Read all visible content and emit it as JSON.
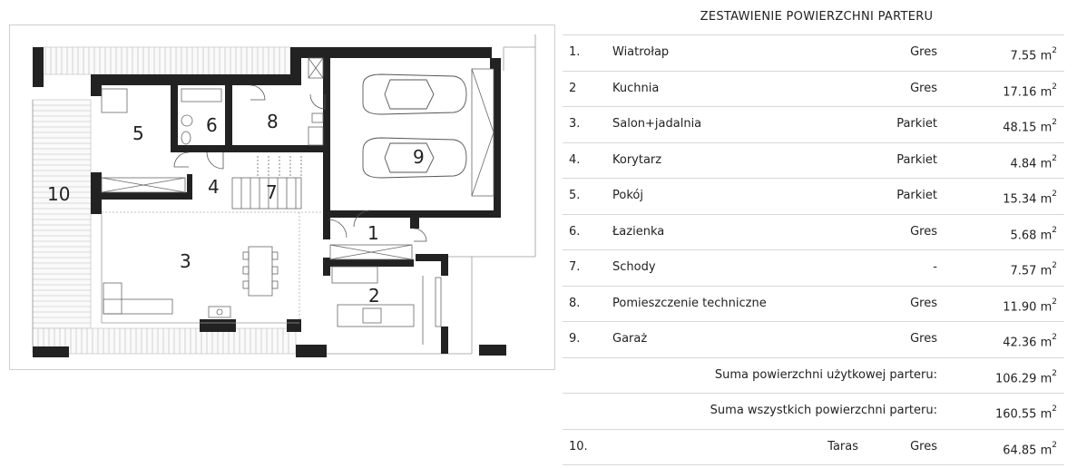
{
  "table": {
    "title": "ZESTAWIENIE POWIERZCHNI PARTERU",
    "unit": "m",
    "unit_exponent": "2",
    "rows": [
      {
        "num": "1.",
        "name": "Wiatrołap",
        "material": "Gres",
        "area": "7.55"
      },
      {
        "num": "2",
        "name": "Kuchnia",
        "material": "Gres",
        "area": "17.16"
      },
      {
        "num": "3.",
        "name": "Salon+jadalnia",
        "material": "Parkiet",
        "area": "48.15"
      },
      {
        "num": "4.",
        "name": "Korytarz",
        "material": "Parkiet",
        "area": "4.84"
      },
      {
        "num": "5.",
        "name": "Pokój",
        "material": "Parkiet",
        "area": "15.34"
      },
      {
        "num": "6.",
        "name": "Łazienka",
        "material": "Gres",
        "area": "5.68"
      },
      {
        "num": "7.",
        "name": "Schody",
        "material": "-",
        "area": "7.57"
      },
      {
        "num": "8.",
        "name": "Pomieszczenie techniczne",
        "material": "Gres",
        "area": "11.90"
      },
      {
        "num": "9.",
        "name": "Garaż",
        "material": "Gres",
        "area": "42.36"
      }
    ],
    "sums": [
      {
        "label": "Suma powierzchni użytkowej parteru:",
        "area": "106.29"
      },
      {
        "label": "Suma wszystkich powierzchni parteru:",
        "area": "160.55"
      }
    ],
    "terrace": {
      "num": "10.",
      "name": "Taras",
      "material": "Gres",
      "area": "64.85"
    }
  },
  "plan": {
    "room_labels": [
      "1",
      "2",
      "3",
      "4",
      "5",
      "6",
      "7",
      "8",
      "9",
      "10"
    ],
    "wall_color": "#222222",
    "line_color": "#8a8a8a"
  }
}
